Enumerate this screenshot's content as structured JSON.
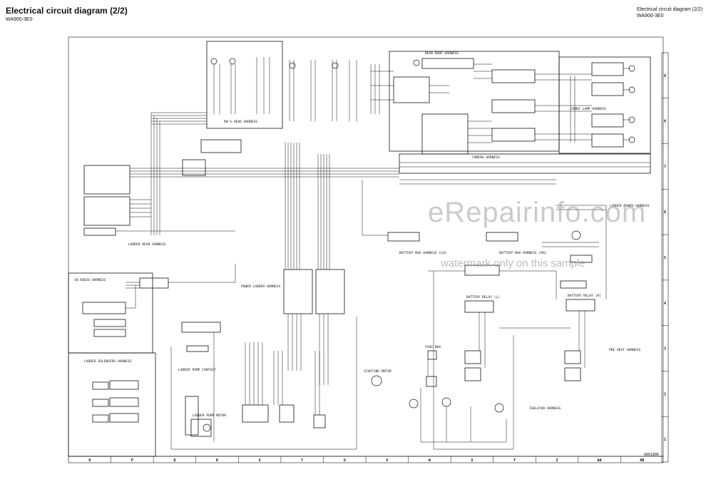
{
  "header": {
    "title_left": "Electrical circuit diagram (2/2)",
    "code_left": "WA900-3E0",
    "title_right": "Electrical circuit diagram (2/2)",
    "code_right": "WA900-3E0"
  },
  "watermark": {
    "site": "eRepairinfo.com",
    "note": "watermark only on this sample"
  },
  "figure_code": "A061806",
  "grid": {
    "bottom": [
      "O",
      "P",
      "Q",
      "R",
      "S",
      "T",
      "U",
      "V",
      "W",
      "X",
      "Y",
      "Z",
      "AA",
      "AB"
    ],
    "right": [
      "9",
      "8",
      "7",
      "6",
      "5",
      "4",
      "3",
      "2",
      "1"
    ]
  },
  "harness_labels": {
    "rh_head": "RH'S HEAD HARNESS",
    "rear_roof": "REAR ROOF HARNESS",
    "combi_lamp": "COMBI LAMP HARNESS",
    "camera": "CAMERA HARNESS",
    "ladder_rear": "LADDER REAR HARNESS",
    "cn_radio": "CN RADIO HARNESS",
    "power_ladder": "POWER LADDER HARNESS",
    "battery_box_lh": "BATTERY BOX HARNESS (LH)",
    "battery_box_rh": "BATTERY BOX HARNESS (RH)",
    "ladder_power": "LADDER POWER HARNESS",
    "ladder_solenoid": "LADDER SOLENOIDS HARNESS",
    "pre_heat": "PRE HEAT HARNESS",
    "isolator": "ISOLATOR HARNESS",
    "ladder_pump_contact": "LADDER PUMP CONTACT"
  },
  "component_labels": {
    "battery_relay_l": "BATTERY RELAY (L)",
    "battery_relay_r": "BATTERY RELAY (R)",
    "starting_motor": "STARTING MOTOR",
    "ladder_pump": "LADDER PUMP MOTOR",
    "fuse_box": "FUSE BOX"
  }
}
